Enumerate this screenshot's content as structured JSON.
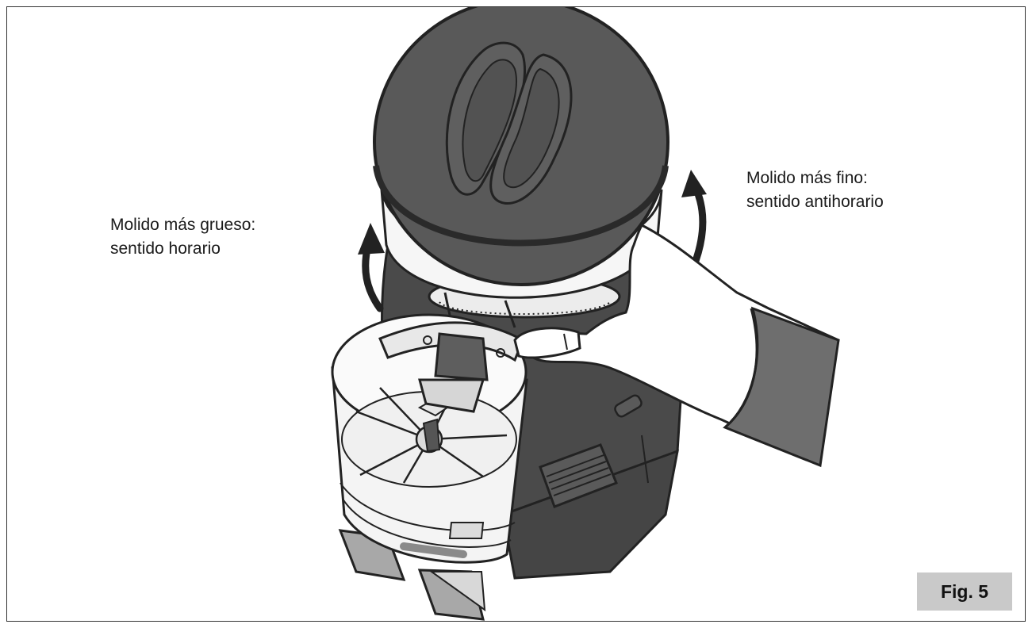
{
  "labels": {
    "coarse_line1": "Molido más grueso:",
    "coarse_line2": "sentido horario",
    "fine_line1": "Molido más fino:",
    "fine_line2": "sentido antihorario",
    "figure": "Fig. 5"
  },
  "colors": {
    "hopper_lid": "#595959",
    "body_dark": "#4a4a4a",
    "hand_fill": "#ffffff",
    "sleeve": "#6e6e6e",
    "line": "#222222",
    "fig_badge": "#c9c9c9"
  }
}
